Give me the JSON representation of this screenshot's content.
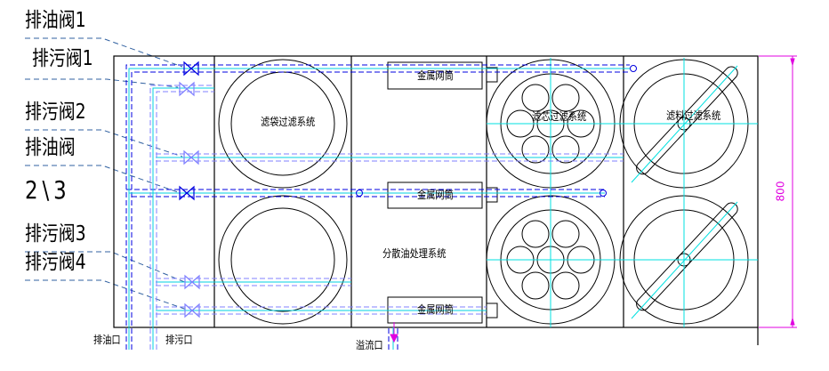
{
  "labels": {
    "oil_valve_1": "排油阀1",
    "sewage_valve_1": "排污阀1",
    "sewage_valve_2": "排污阀2",
    "oil_valve": "排油阀",
    "oil_valve_nums": "2\\3",
    "sewage_valve_3": "排污阀3",
    "sewage_valve_4": "排污阀4",
    "oil_outlet": "排油口",
    "sewage_outlet": "排污口",
    "overflow_outlet": "溢流口"
  },
  "systems": {
    "bag_filter": "滤袋过滤系统",
    "cartridge_filter": "滤芯过滤系统",
    "media_filter": "滤料过滤系统",
    "dispersed_oil": "分散油处理系统",
    "metal_mesh": [
      "金属网筒",
      "金属网筒",
      "金属网筒"
    ]
  },
  "dimension": "800",
  "colors": {
    "oil_pipe": "#0000e0",
    "sewage_pipe": "#8080ff",
    "center_line": "#00e0e0",
    "dimension": "#e000e0"
  }
}
